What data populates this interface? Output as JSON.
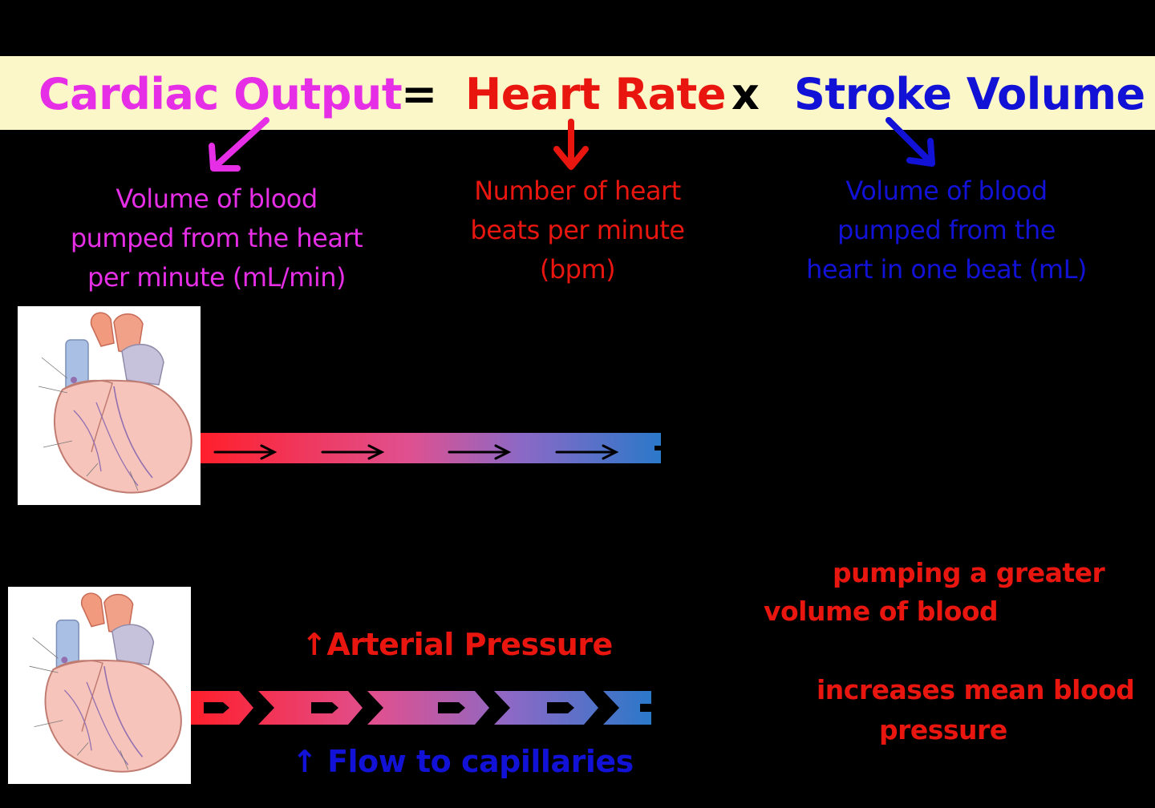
{
  "equation": {
    "cardiac_output": "Cardiac Output",
    "equals": "=",
    "heart_rate": "Heart Rate",
    "times": "x",
    "stroke_volume": "Stroke Volume"
  },
  "descriptions": {
    "cardiac_output": [
      "Volume of blood",
      "pumped from the heart",
      "per minute (mL/min)"
    ],
    "heart_rate": [
      "Number of heart",
      "beats per minute",
      "(bpm)"
    ],
    "stroke_volume": [
      "Volume of blood",
      "pumped from the",
      "heart in one beat (mL)"
    ]
  },
  "lower": {
    "arterial_pressure": "↑Arterial Pressure",
    "flow_to_capillaries": "↑ Flow to capillaries",
    "note_volume": [
      "pumping a greater",
      "volume of blood"
    ],
    "note_pressure": [
      "increases mean blood",
      "pressure"
    ]
  },
  "colors": {
    "banner_bg": "#fbf7c9",
    "magenta": "#e52ee5",
    "red": "#e8160f",
    "blue": "#1212d6",
    "black": "#000000",
    "flow_start": "#ff1f2b",
    "flow_end": "#2b78c9"
  },
  "icons": {
    "top_heart": "heart-anatomy-image",
    "bottom_heart": "heart-anatomy-image",
    "upper_flow": "blood-flow-arrow-bar",
    "lower_flow": "blood-flow-chevron-bar"
  }
}
